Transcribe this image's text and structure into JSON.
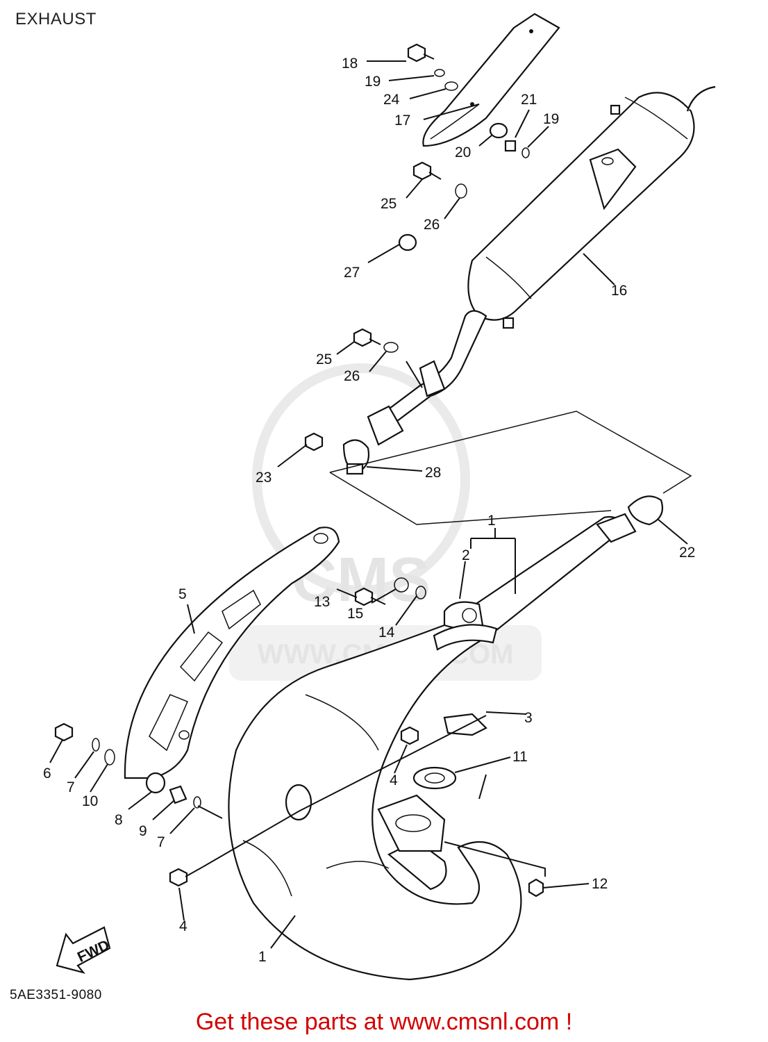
{
  "header": {
    "title": "EXHAUST"
  },
  "watermark": {
    "brand": "CMS",
    "url": "WWW.CMSNL.COM"
  },
  "callouts": {
    "c18": "18",
    "c19a": "19",
    "c24": "24",
    "c17": "17",
    "c21": "21",
    "c19b": "19",
    "c20": "20",
    "c25a": "25",
    "c26a": "26",
    "c27": "27",
    "c16": "16",
    "c25b": "25",
    "c26b": "26",
    "c23": "23",
    "c28": "28",
    "c1a": "1",
    "c2": "2",
    "c22": "22",
    "c5": "5",
    "c13": "13",
    "c15": "15",
    "c14": "14",
    "c3": "3",
    "c6": "6",
    "c7a": "7",
    "c10": "10",
    "c4a": "4",
    "c11": "11",
    "c8": "8",
    "c9": "9",
    "c7b": "7",
    "c12": "12",
    "c4b": "4",
    "c1b": "1"
  },
  "fwd_arrow": {
    "label": "FWD"
  },
  "footer": {
    "part_code": "5AE3351-9080",
    "cta": "Get these parts at www.cmsnl.com !"
  },
  "colors": {
    "line": "#111111",
    "cta": "#d40000",
    "watermark": "#cfcfcf"
  }
}
